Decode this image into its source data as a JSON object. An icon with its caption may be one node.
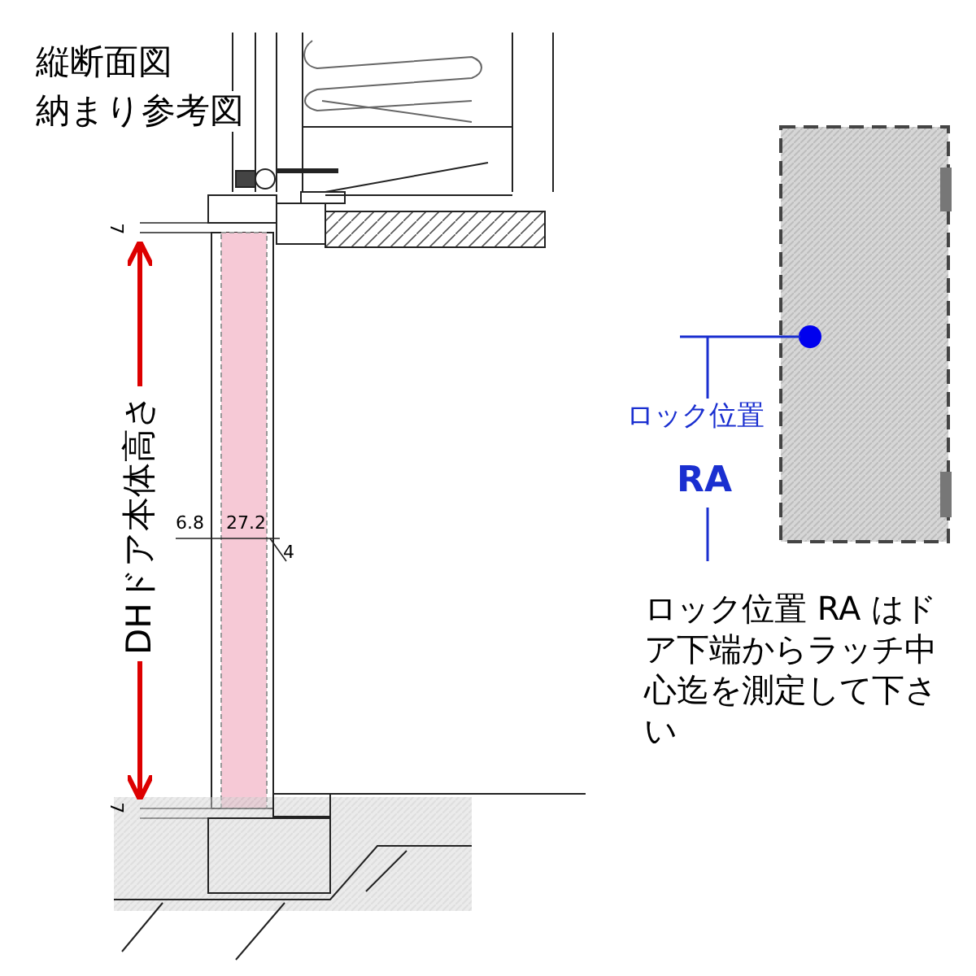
{
  "diagram": {
    "labels": [
      "縦断面図",
      "納まり参考図",
      "7",
      "DHドア本体高さ",
      "6.8",
      "27.2",
      "4",
      "7",
      "ロック位置",
      "RA",
      "ロック位置 RA はドア下端からラッチ中心迄を測定して下さい"
    ]
  }
}
